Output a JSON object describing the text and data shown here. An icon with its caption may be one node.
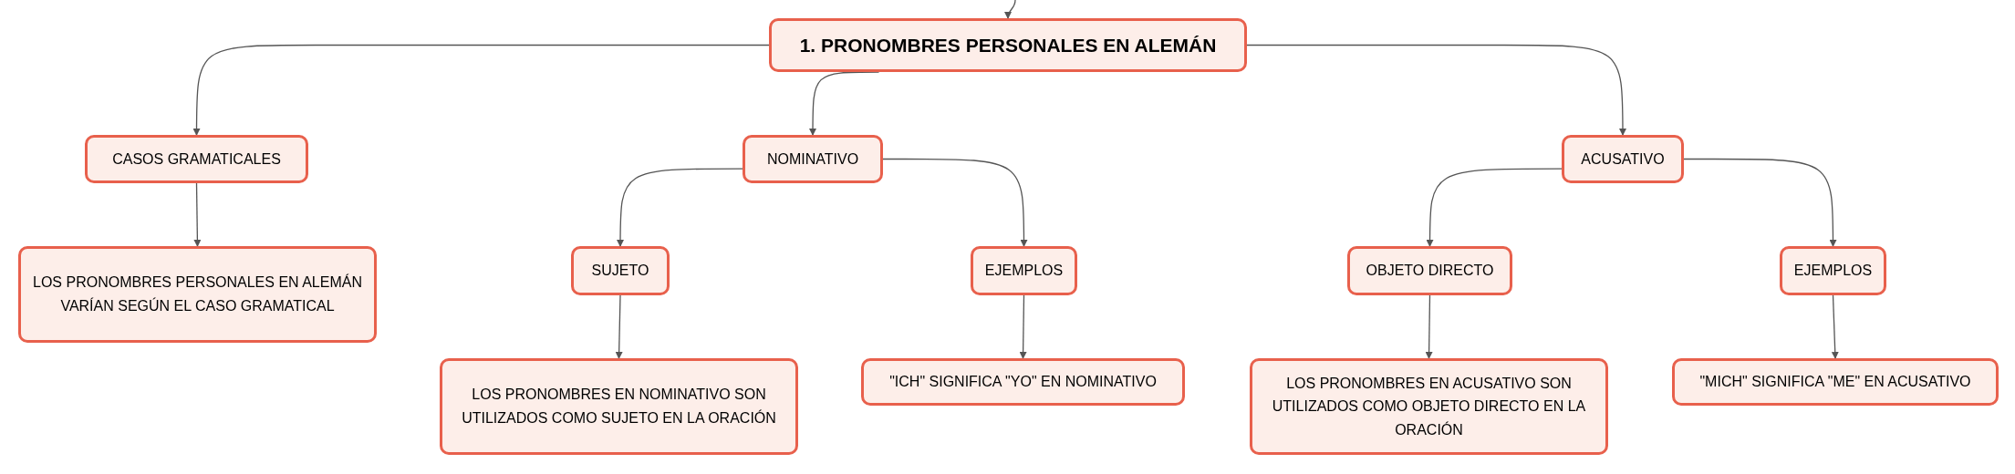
{
  "diagram": {
    "nodes": [
      {
        "text": [
          "1. PRONOMBRES PERSONALES EN ALEMÁN"
        ]
      },
      {
        "text": [
          "CASOS GRAMATICALES"
        ]
      },
      {
        "text": [
          "NOMINATIVO"
        ]
      },
      {
        "text": [
          "ACUSATIVO"
        ]
      },
      {
        "text": [
          "LOS PRONOMBRES PERSONALES EN ALEMÁN VARÍAN SEGÚN EL CASO GRAMATICAL"
        ]
      },
      {
        "text": [
          "SUJETO"
        ]
      },
      {
        "text": [
          "EJEMPLOS"
        ]
      },
      {
        "text": [
          "LOS PRONOMBRES EN NOMINATIVO SON UTILIZADOS COMO SUJETO EN LA ORACIÓN"
        ]
      },
      {
        "text": [
          "\"ICH\" SIGNIFICA \"YO\" EN NOMINATIVO"
        ]
      },
      {
        "text": [
          "OBJETO DIRECTO"
        ]
      },
      {
        "text": [
          "EJEMPLOS"
        ]
      },
      {
        "text": [
          "LOS PRONOMBRES EN ACUSATIVO SON UTILIZADOS COMO OBJETO DIRECTO EN LA ORACIÓN"
        ]
      },
      {
        "text": [
          "\"MICH\" SIGNIFICA \"ME\" EN ACUSATIVO"
        ]
      }
    ],
    "edges": [
      {
        "from": null,
        "to": 0,
        "arrow": "to"
      },
      {
        "from": 0,
        "to": 1,
        "arrow": "to"
      },
      {
        "from": 0,
        "to": 2,
        "arrow": "to"
      },
      {
        "from": 0,
        "to": 3,
        "arrow": "to"
      },
      {
        "from": 1,
        "to": 4,
        "arrow": "to"
      },
      {
        "from": 2,
        "to": 5,
        "arrow": "to"
      },
      {
        "from": 2,
        "to": 6,
        "arrow": "to"
      },
      {
        "from": 5,
        "to": 7,
        "arrow": "to"
      },
      {
        "from": 6,
        "to": 8,
        "arrow": "to"
      },
      {
        "from": 3,
        "to": 9,
        "arrow": "to"
      },
      {
        "from": 3,
        "to": 10,
        "arrow": "to"
      },
      {
        "from": 9,
        "to": 11,
        "arrow": "to"
      },
      {
        "from": 10,
        "to": 12,
        "arrow": "to"
      }
    ]
  }
}
